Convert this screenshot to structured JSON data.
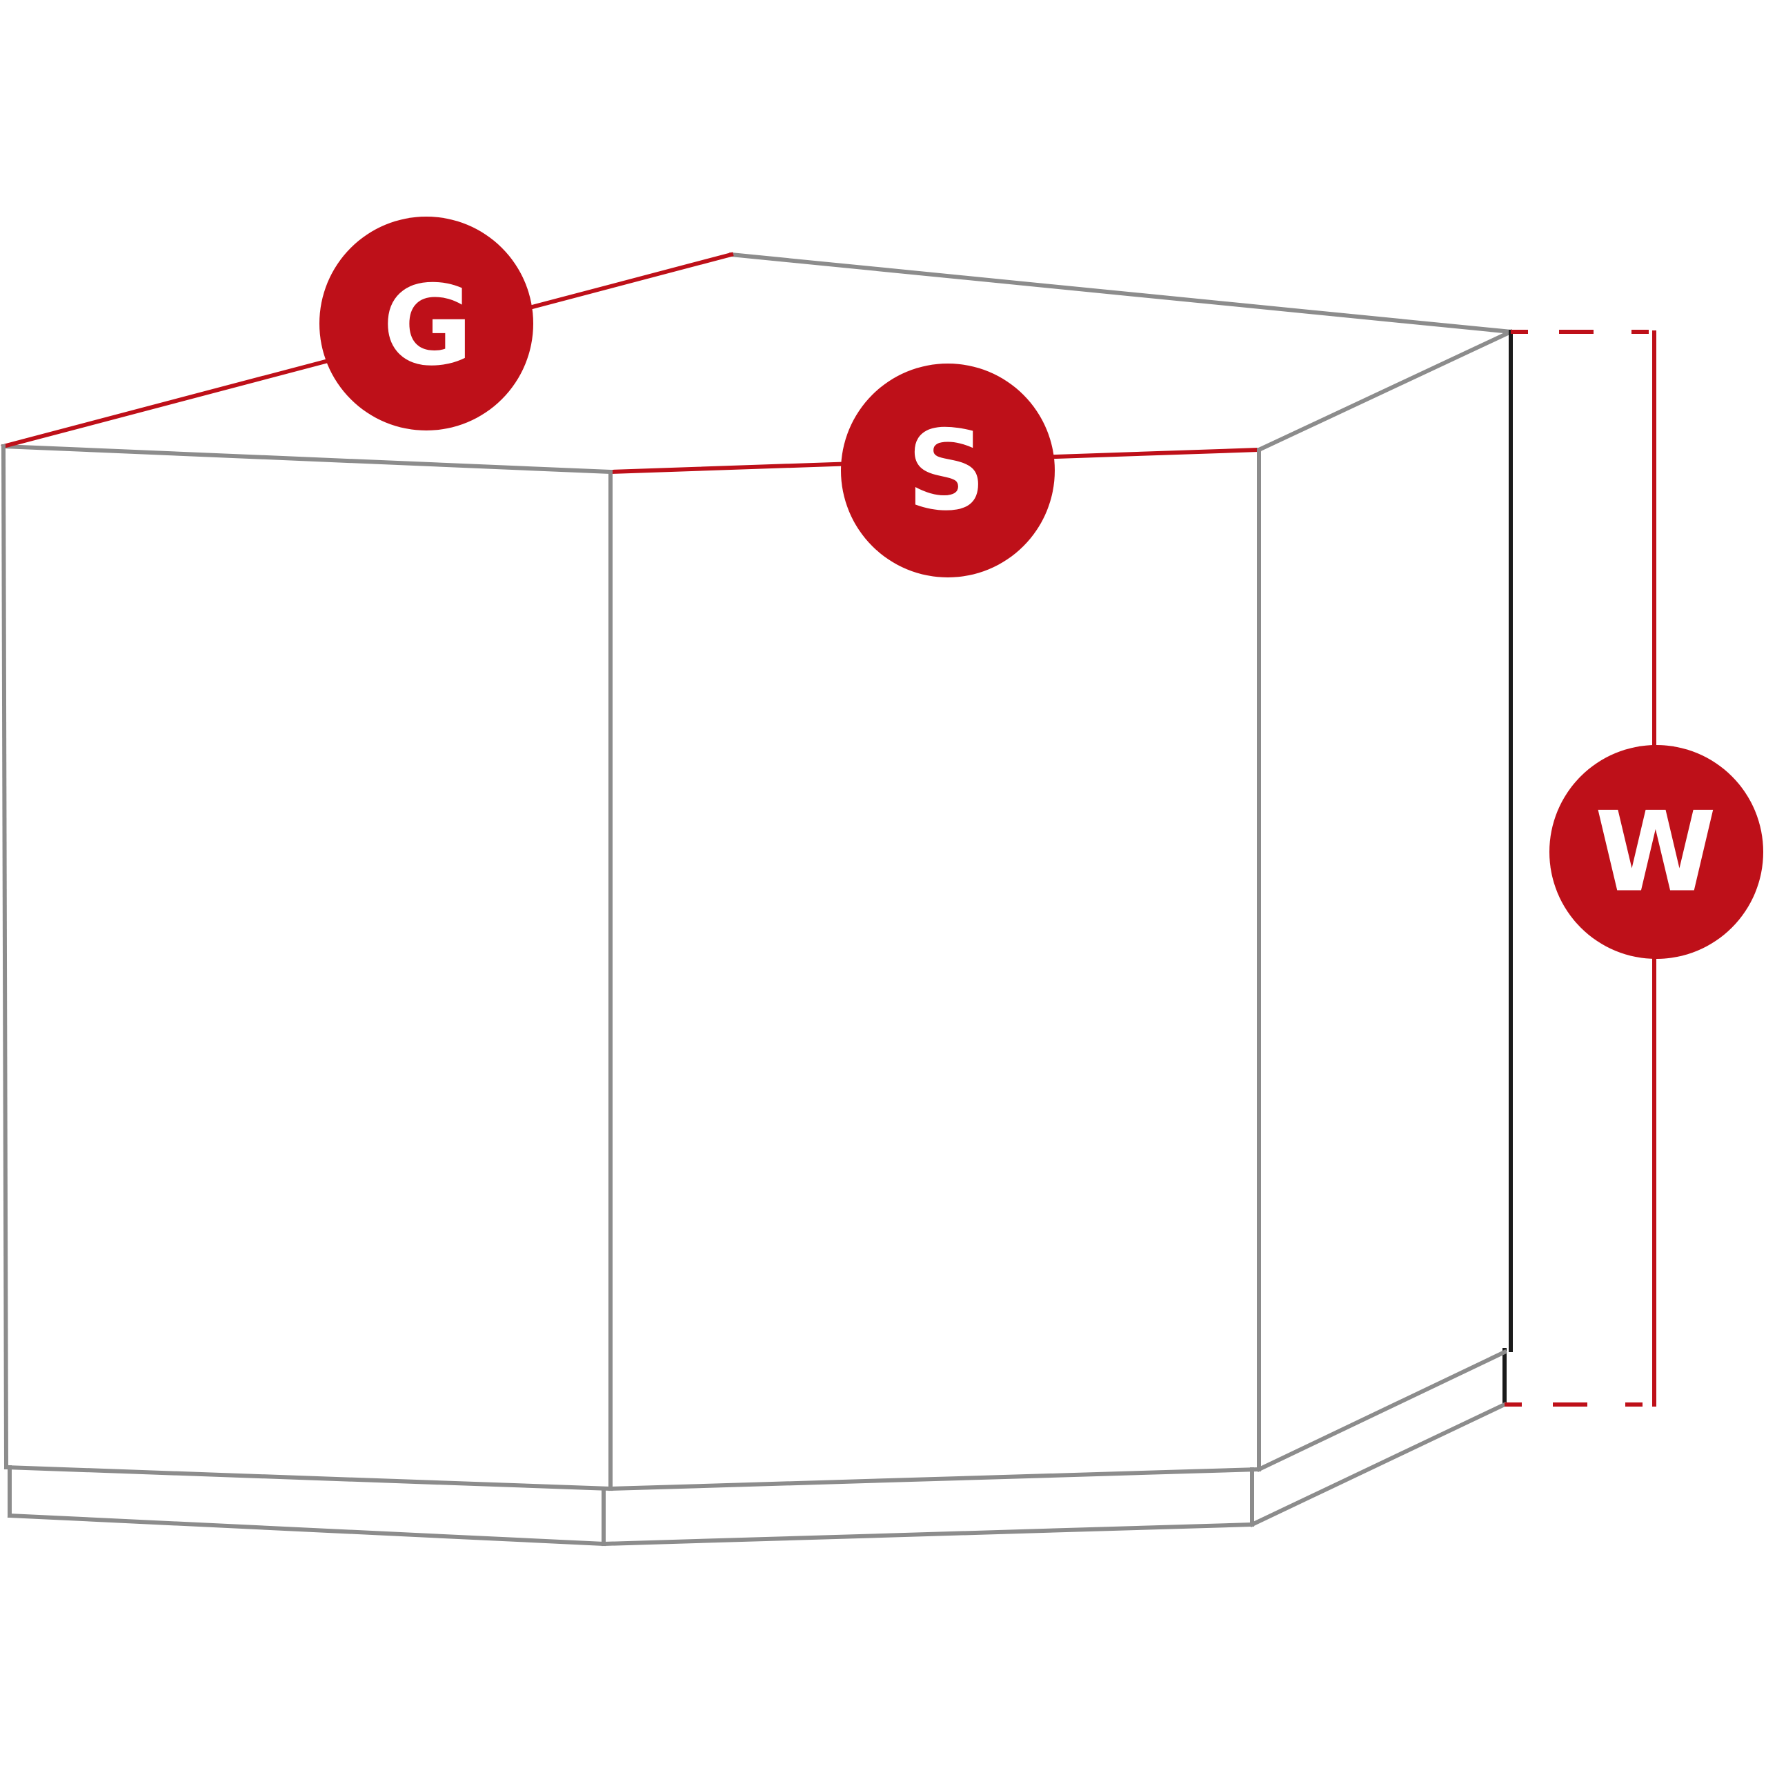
{
  "labels": {
    "g": "G",
    "s": "S",
    "w": "W"
  },
  "colors": {
    "accent": "#be1019",
    "outline": "#8c8c8c",
    "edge_dark": "#1a1a1a",
    "label_text": "#ffffff",
    "background": "#ffffff"
  }
}
